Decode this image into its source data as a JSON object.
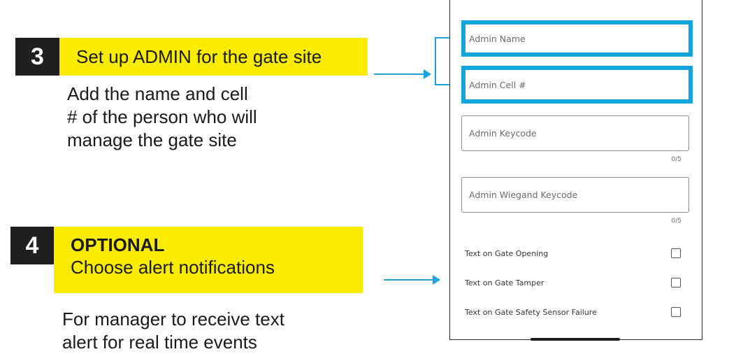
{
  "step3": {
    "number": "3",
    "title": "Set up ADMIN for the gate site",
    "description_lines": [
      "Add the name and cell",
      "# of the person who will",
      "manage the gate site"
    ]
  },
  "step4": {
    "number": "4",
    "title": "OPTIONAL",
    "subtitle": "Choose alert notifications",
    "description_lines": [
      "For manager to receive text",
      "alert for real time events"
    ]
  },
  "form": {
    "admin_name": {
      "placeholder": "Admin Name",
      "value": ""
    },
    "admin_cell": {
      "placeholder": "Admin Cell #",
      "value": ""
    },
    "admin_keycode": {
      "placeholder": "Admin Keycode",
      "value": "",
      "counter": "0/5"
    },
    "admin_wiegand": {
      "placeholder": "Admin Wiegand Keycode",
      "value": "",
      "counter": "0/5"
    },
    "checkboxes": [
      {
        "label": "Text on Gate Opening",
        "checked": false
      },
      {
        "label": "Text on Gate Tamper",
        "checked": false
      },
      {
        "label": "Text on Gate Safety Sensor Failure",
        "checked": false
      }
    ]
  },
  "colors": {
    "banner_yellow": "#f9ec00",
    "number_box": "#1f1f1f",
    "highlight_blue": "#13a5dc",
    "arrow_blue": "#1aa3dc"
  }
}
